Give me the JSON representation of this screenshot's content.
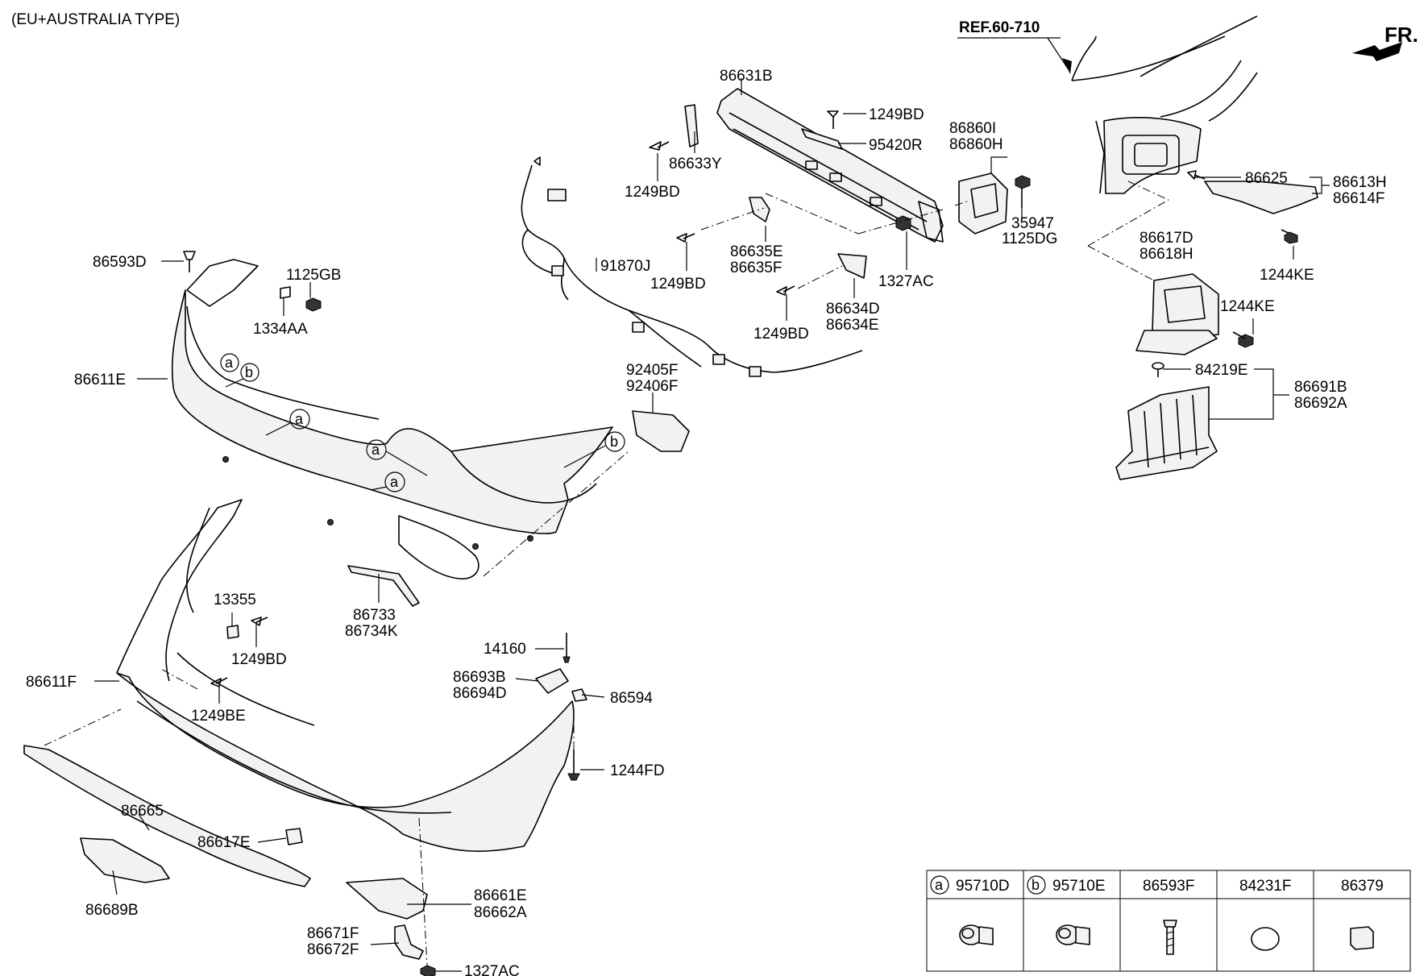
{
  "title": "(EU+AUSTRALIA TYPE)",
  "reference": "REF.60-710",
  "direction": "FR.",
  "labels": {
    "p86631B": "86631B",
    "p1249BD_a": "1249BD",
    "p95420R": "95420R",
    "p86633Y": "86633Y",
    "p1249BD_b": "1249BD",
    "p86860I": "86860I",
    "p86860H": "86860H",
    "p35947": "35947",
    "p1125DG": "1125DG",
    "p86635E": "86635E",
    "p86635F": "86635F",
    "p1249BD_c": "1249BD",
    "p1327AC_a": "1327AC",
    "p91870J": "91870J",
    "p86634D": "86634D",
    "p86634E": "86634E",
    "p1249BD_d": "1249BD",
    "p86593D": "86593D",
    "p1125GB": "1125GB",
    "p1334AA": "1334AA",
    "p86611E": "86611E",
    "p92405F": "92405F",
    "p92406F": "92406F",
    "p86733": "86733",
    "p86734K": "86734K",
    "p13355": "13355",
    "p1249BD_e": "1249BD",
    "p86611F": "86611F",
    "p1249BE": "1249BE",
    "p14160": "14160",
    "p86693B": "86693B",
    "p86694D": "86694D",
    "p86594": "86594",
    "p1244FD": "1244FD",
    "p86665": "86665",
    "p86617E": "86617E",
    "p86689B": "86689B",
    "p86661E": "86661E",
    "p86662A": "86662A",
    "p86671F": "86671F",
    "p86672F": "86672F",
    "p1327AC_b": "1327AC",
    "p86625": "86625",
    "p86613H": "86613H",
    "p86614F": "86614F",
    "p86617D": "86617D",
    "p86618H": "86618H",
    "p1244KE_a": "1244KE",
    "p1244KE_b": "1244KE",
    "p84219E": "84219E",
    "p86691B": "86691B",
    "p86692A": "86692A"
  },
  "callouts": {
    "a": "a",
    "b": "b"
  },
  "legend": {
    "columns": [
      {
        "marker": "a",
        "part": "95710D",
        "icon": "parking-sensor-icon"
      },
      {
        "marker": "b",
        "part": "95710E",
        "icon": "parking-sensor-icon"
      },
      {
        "marker": "",
        "part": "86593F",
        "icon": "screw-icon"
      },
      {
        "marker": "",
        "part": "84231F",
        "icon": "oval-plug-icon"
      },
      {
        "marker": "",
        "part": "86379",
        "icon": "rubber-cap-icon"
      }
    ]
  }
}
